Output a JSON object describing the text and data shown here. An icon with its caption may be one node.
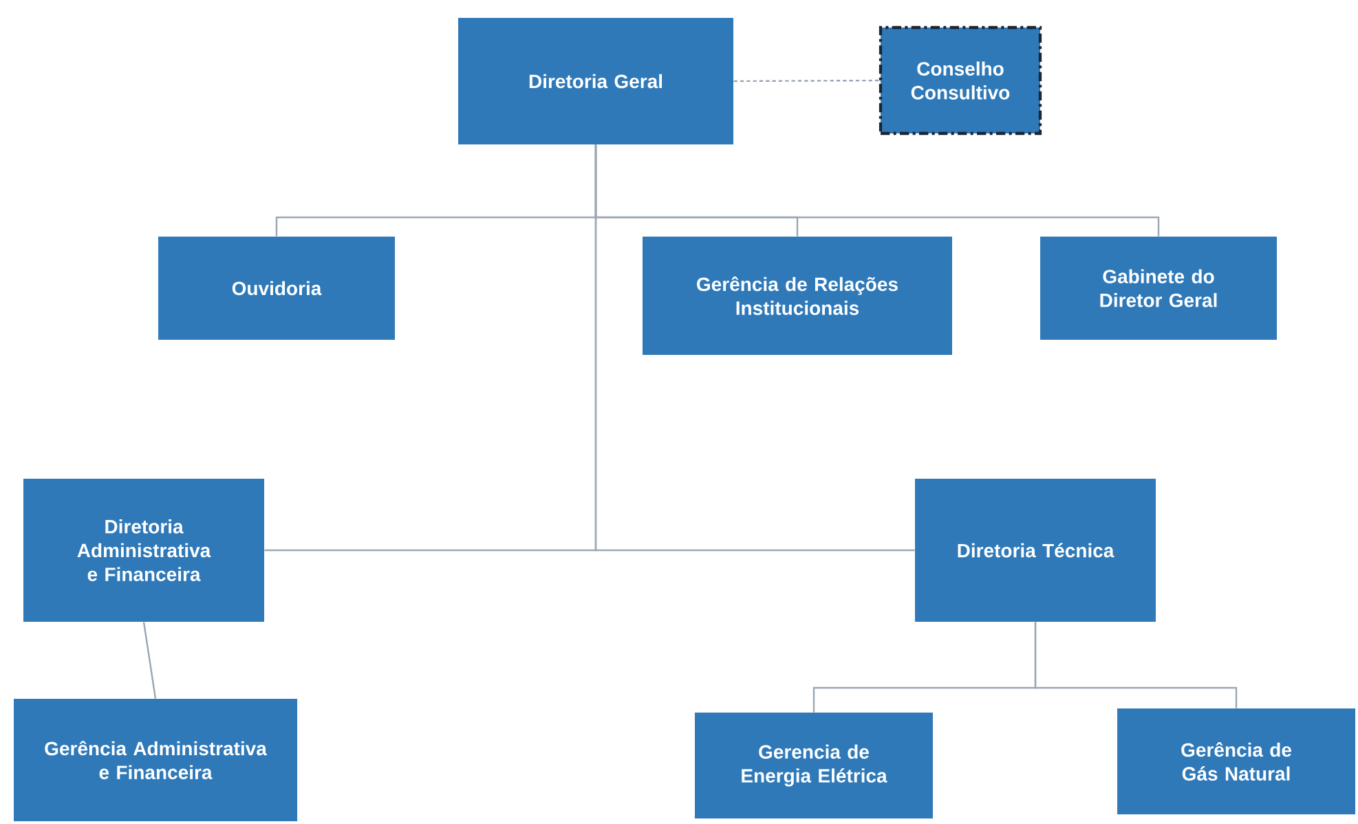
{
  "diagram": {
    "nodes": [
      {
        "text": [
          "Diretoria Geral"
        ]
      },
      {
        "text": [
          "Conselho Consultivo"
        ]
      },
      {
        "text": [
          "Ouvidoria"
        ]
      },
      {
        "text": [
          "Gerência de Relações Institucionais"
        ]
      },
      {
        "text": [
          "Gabinete do Diretor Geral"
        ]
      },
      {
        "text": [
          "Diretoria Administrativa e Financeira"
        ]
      },
      {
        "text": [
          "Diretoria Técnica"
        ]
      },
      {
        "text": [
          "Gerência Administrativa e Financeira"
        ]
      },
      {
        "text": [
          "Gerencia de Energia Elétrica"
        ]
      },
      {
        "text": [
          "Gerência de Gás Natural"
        ]
      }
    ],
    "edges": [
      {
        "from": 0,
        "to": 1,
        "arrow": "none",
        "style": "dashed"
      },
      {
        "from": 0,
        "to": 2,
        "arrow": "none"
      },
      {
        "from": 0,
        "to": 3,
        "arrow": "none"
      },
      {
        "from": 0,
        "to": 4,
        "arrow": "none"
      },
      {
        "from": 0,
        "to": 5,
        "arrow": "none"
      },
      {
        "from": 0,
        "to": 6,
        "arrow": "none"
      },
      {
        "from": 5,
        "to": 7,
        "arrow": "none"
      },
      {
        "from": 6,
        "to": 8,
        "arrow": "none"
      },
      {
        "from": 6,
        "to": 9,
        "arrow": "none"
      }
    ]
  }
}
